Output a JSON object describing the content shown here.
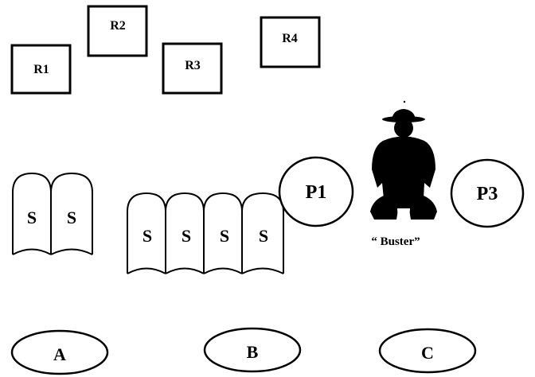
{
  "rooms": [
    {
      "label": "R1"
    },
    {
      "label": "R2"
    },
    {
      "label": "R3"
    },
    {
      "label": "R4"
    }
  ],
  "shelves": {
    "group_a": [
      "S",
      "S"
    ],
    "group_b": [
      "S",
      "S",
      "S",
      "S"
    ]
  },
  "positions": [
    {
      "label": "P1"
    },
    {
      "label": "P3"
    }
  ],
  "figure": {
    "caption": "“ Buster”",
    "icon": "crouching-person-silhouette-icon"
  },
  "zones": [
    {
      "label": "A"
    },
    {
      "label": "B"
    },
    {
      "label": "C"
    }
  ]
}
